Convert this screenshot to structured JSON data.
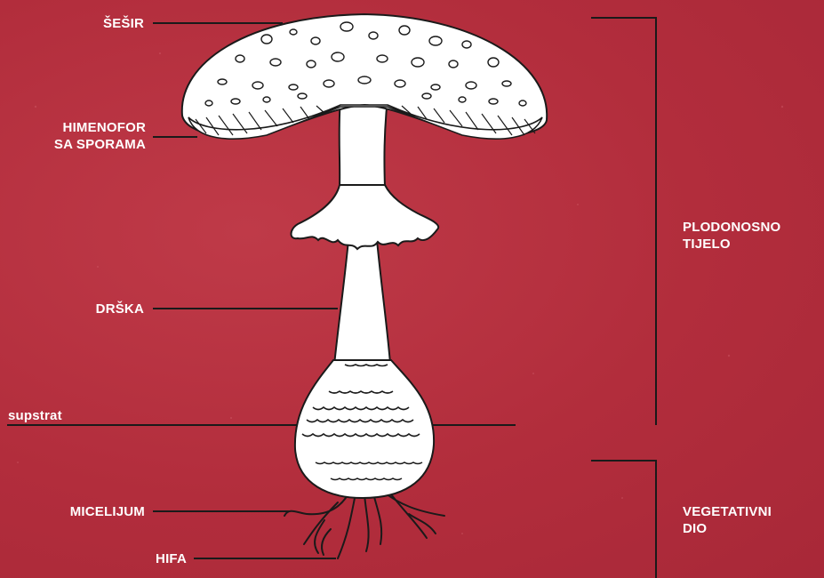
{
  "labels": {
    "sesir": "ŠEŠIR",
    "himenofor_1": "HIMENOFOR",
    "himenofor_2": "SA SPORAMA",
    "drska": "DRŠKA",
    "supstrat": "supstrat",
    "micelijum": "MICELIJUM",
    "hifa": "HIFA",
    "plodonosno_1": "PLODONOSNO",
    "plodonosno_2": "TIJELO",
    "vegetativni_1": "VEGETATIVNI",
    "vegetativni_2": "DIO"
  },
  "colors": {
    "background": "#b5303f",
    "line": "#1a1a1a",
    "label": "#ffffff",
    "mushroom_fill": "#ffffff"
  }
}
